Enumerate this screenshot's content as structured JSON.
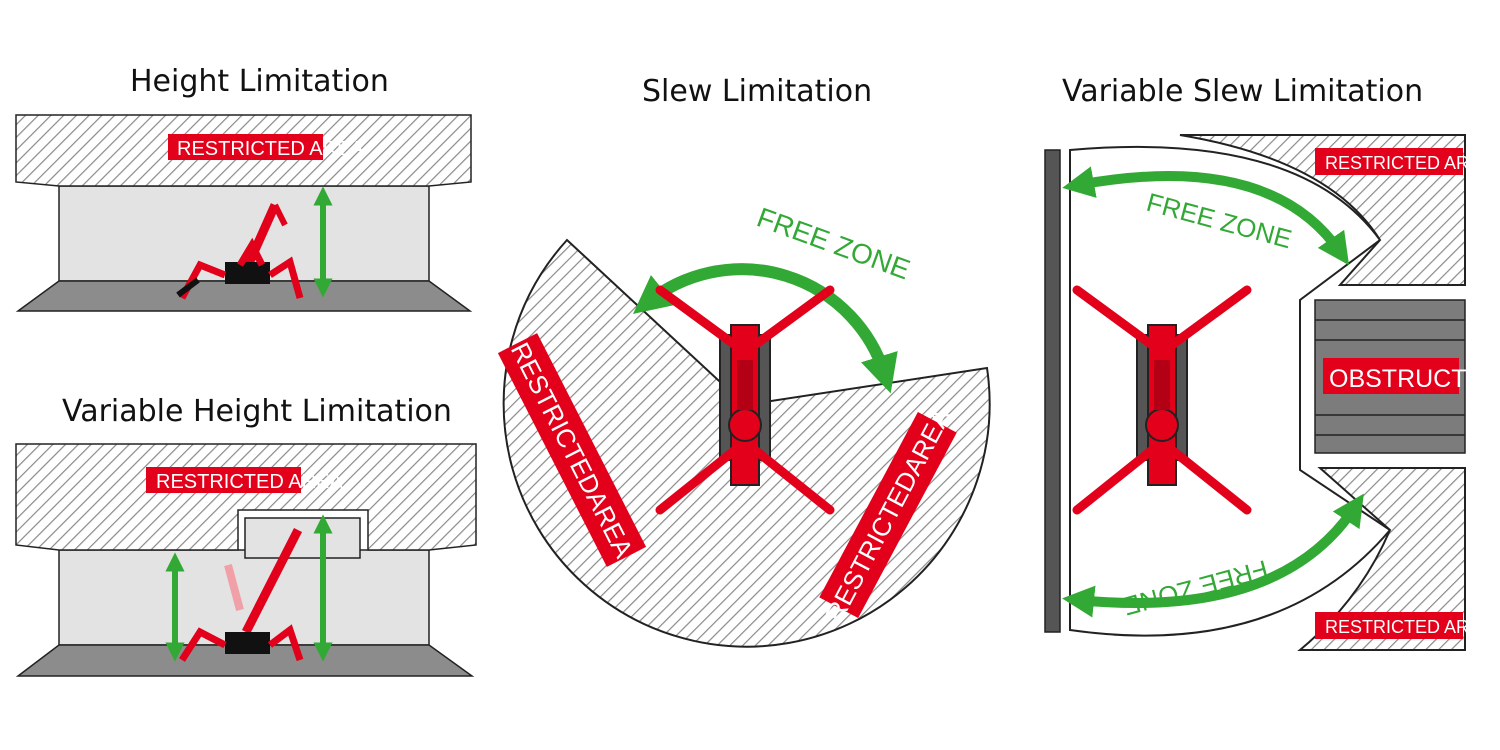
{
  "panels": {
    "height": {
      "title": "Height Limitation",
      "restricted_label": "RESTRICTED AREA"
    },
    "variable_height": {
      "title": "Variable Height Limitation",
      "restricted_label": "RESTRICTED AREA"
    },
    "slew": {
      "title": "Slew Limitation",
      "free_zone_label": "FREE ZONE",
      "restricted_left_label": "RESTRICTEDAREA",
      "restricted_right_label": "RESTRICTEDAREA"
    },
    "variable_slew": {
      "title": "Variable Slew Limitation",
      "restricted_top_label": "RESTRICTED AREA",
      "restricted_bottom_label": "RESTRICTED AREA",
      "free_zone_top_label": "FREE ZONE",
      "free_zone_bottom_label": "FREE ZONE",
      "obstruction_label": "OBSTRUCTION"
    }
  },
  "colors": {
    "crane_red": "#e2001a",
    "arrow_green": "#33a935",
    "hatch_gray": "#8a8a8a",
    "floor_gray": "#8c8c8c",
    "wall_gray": "#e3e3e3",
    "outline": "#222222"
  }
}
